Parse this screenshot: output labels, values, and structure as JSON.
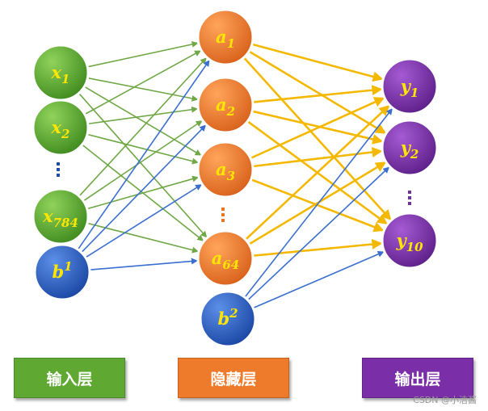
{
  "nodes": {
    "input": [
      {
        "var": "x",
        "sub": "1"
      },
      {
        "var": "x",
        "sub": "2"
      },
      {
        "var": "x",
        "sub": "784"
      }
    ],
    "input_bias": {
      "var": "b",
      "sup": "1"
    },
    "hidden": [
      {
        "var": "a",
        "sub": "1"
      },
      {
        "var": "a",
        "sub": "2"
      },
      {
        "var": "a",
        "sub": "3"
      },
      {
        "var": "a",
        "sub": "64"
      }
    ],
    "hidden_bias": {
      "var": "b",
      "sup": "2"
    },
    "output": [
      {
        "var": "y",
        "sub": "1"
      },
      {
        "var": "y",
        "sub": "2"
      },
      {
        "var": "y",
        "sub": "10"
      }
    ]
  },
  "layers": {
    "input_label": "输入层",
    "hidden_label": "隐藏层",
    "output_label": "输出层"
  },
  "colors": {
    "input_node": "#5fa832",
    "bias_node": "#2a62c7",
    "hidden_node": "#ee7b2b",
    "output_node": "#7a2fa8",
    "edge_input": "#70a845",
    "edge_bias": "#3a6fcf",
    "edge_hidden": "#f5b800",
    "label_text": "#ffe600"
  },
  "watermark": "CSDN @小洁酱"
}
